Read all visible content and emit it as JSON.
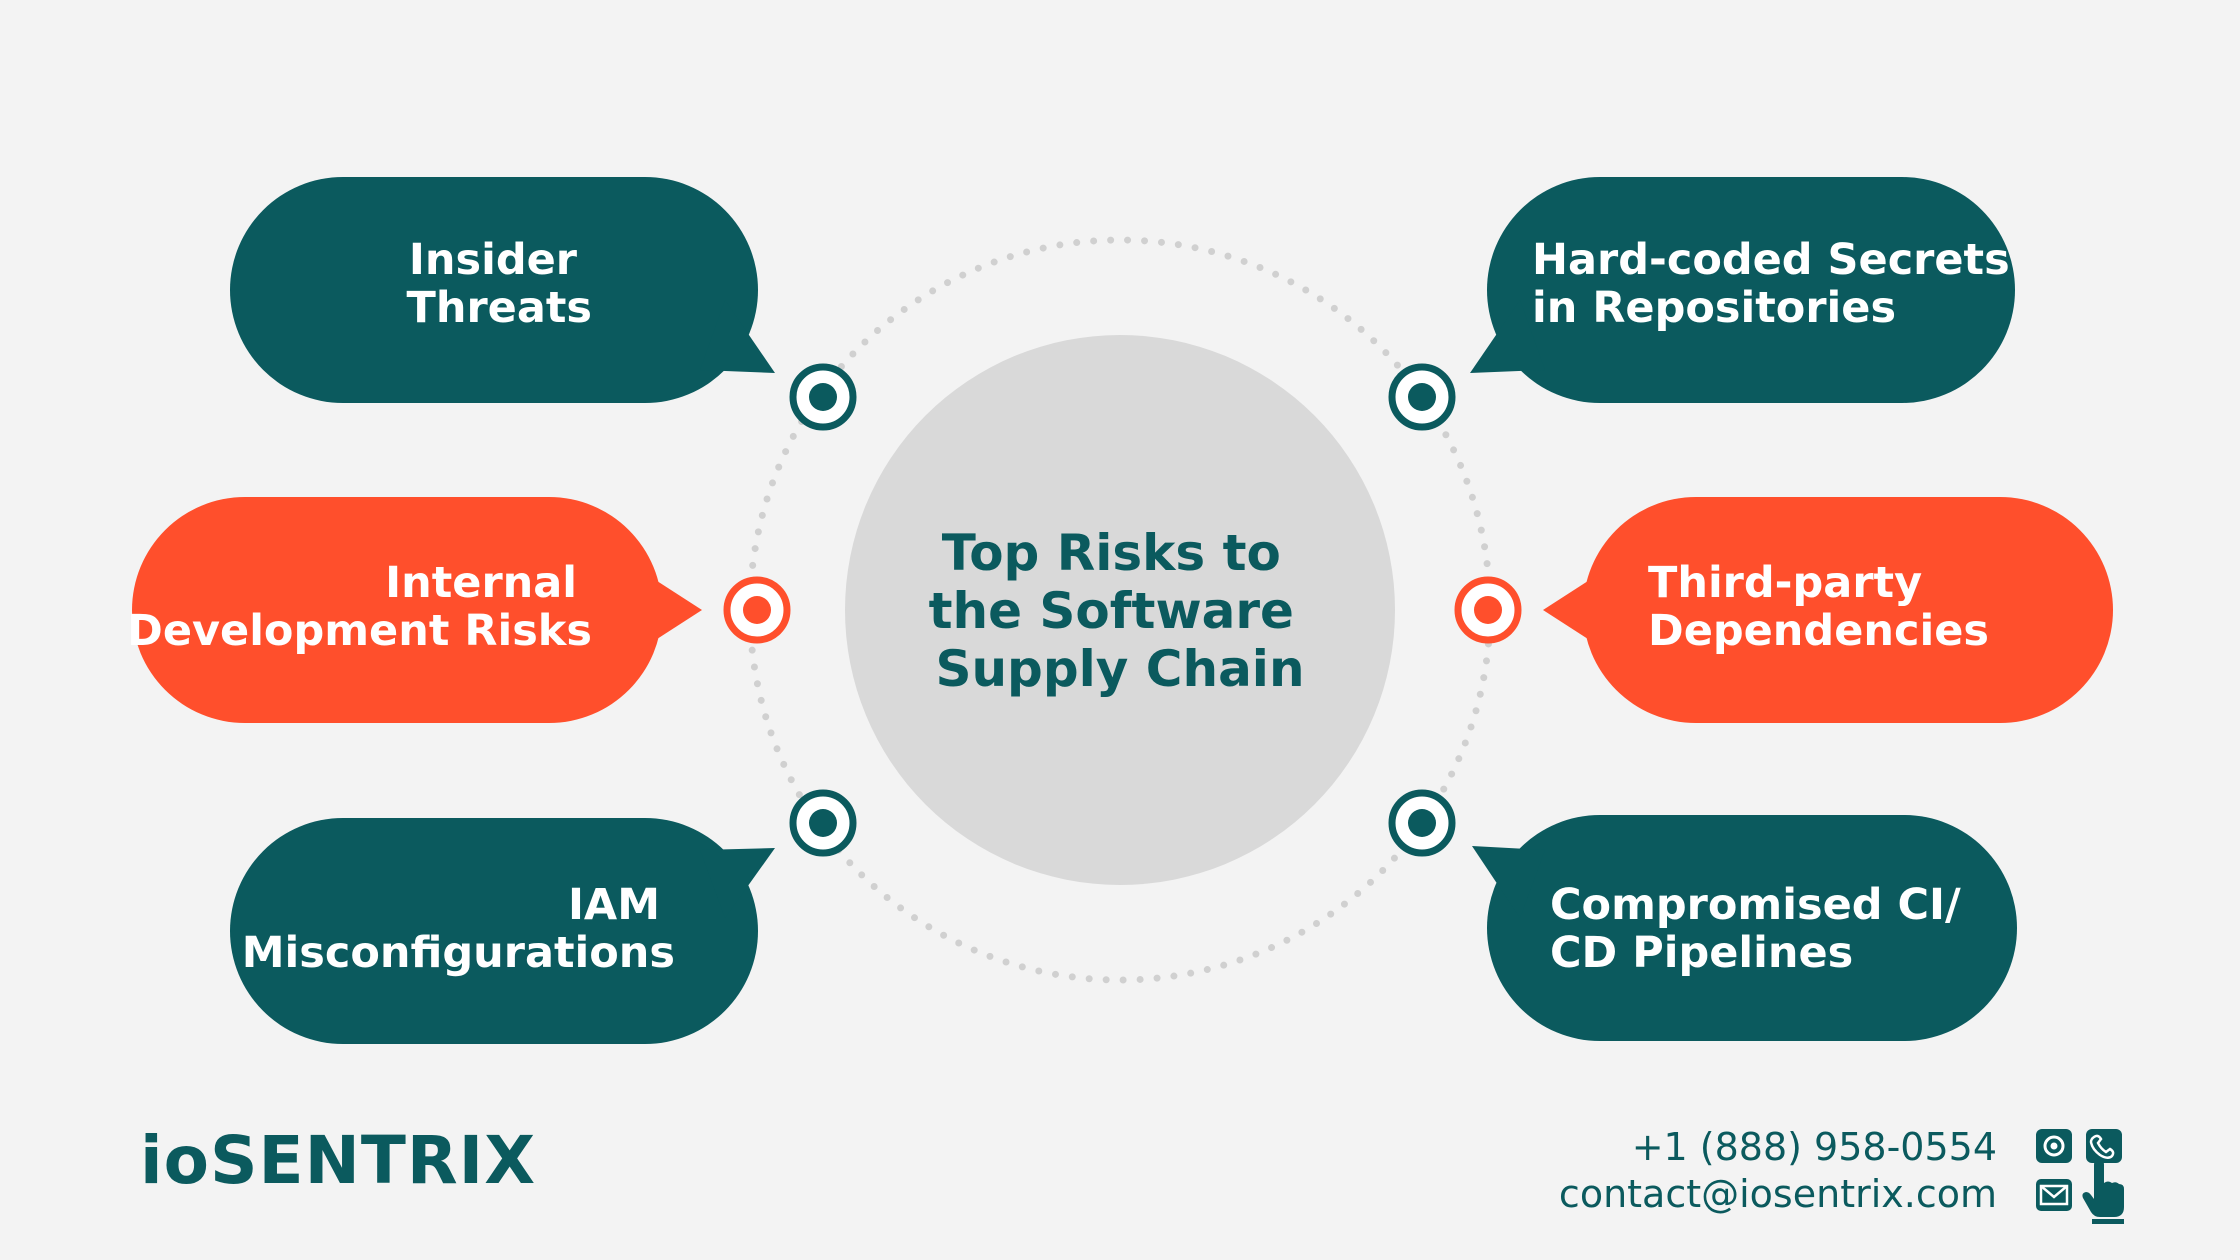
{
  "center": {
    "title_lines": [
      "Top Risks to",
      "the Software",
      "Supply Chain"
    ]
  },
  "risks": [
    {
      "lines": [
        "Insider",
        "Threats"
      ],
      "color": "#0b5a5e"
    },
    {
      "lines": [
        "Internal",
        "Development Risks"
      ],
      "color": "#ff4f2c"
    },
    {
      "lines": [
        "IAM",
        "Misconfigurations"
      ],
      "color": "#0b5a5e"
    },
    {
      "lines": [
        "Hard-coded Secrets",
        "in Repositories"
      ],
      "color": "#0b5a5e"
    },
    {
      "lines": [
        "Third-party",
        "Dependencies"
      ],
      "color": "#ff4f2c"
    },
    {
      "lines": [
        "Compromised CI/",
        "CD Pipelines"
      ],
      "color": "#0b5a5e"
    }
  ],
  "footer": {
    "brand": "ioSENTRIX",
    "phone": "+1 (888) 958-0554",
    "email": "contact@iosentrix.com",
    "icons": [
      "at-sign-icon",
      "phone-icon",
      "mail-icon",
      "pointer-hand-icon"
    ]
  },
  "colors": {
    "teal": "#0b5a5e",
    "orange": "#ff4f2c",
    "center_circle": "#d9d9d9",
    "background": "#f3f3f3",
    "dotted_ring": "#d0d0d0"
  }
}
